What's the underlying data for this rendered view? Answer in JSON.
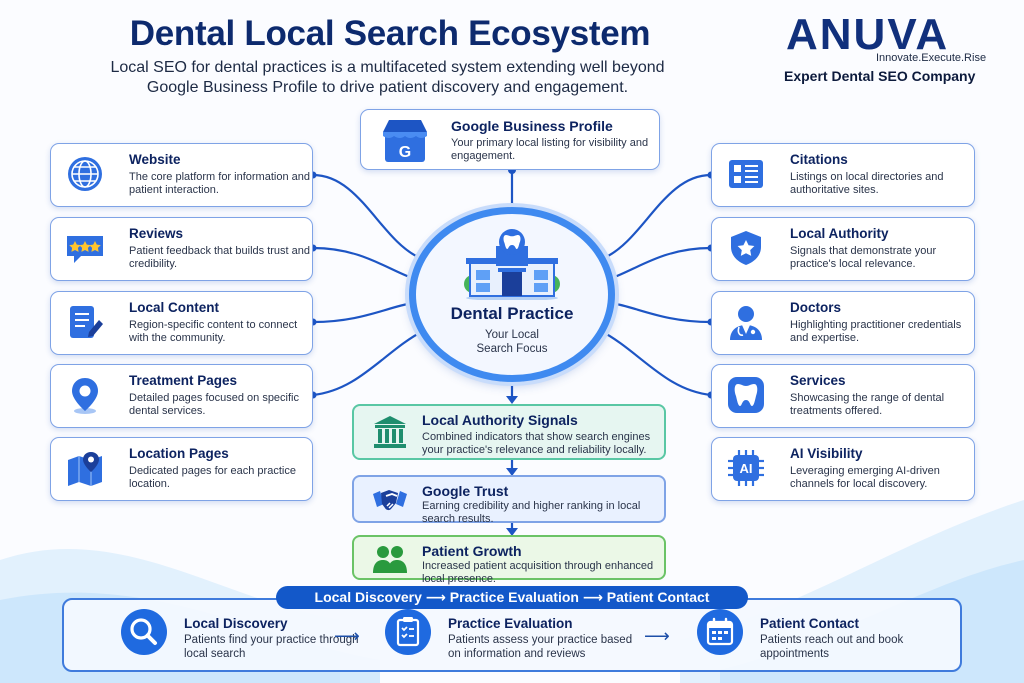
{
  "header": {
    "title": "Dental Local Search Ecosystem",
    "subtitle_line1": "Local SEO for dental practices is a multifaceted system extending well beyond",
    "subtitle_line2": "Google Business Profile to drive patient discovery and engagement."
  },
  "logo": {
    "wordmark": "ANUVA",
    "tagline": "Innovate.Execute.Rise",
    "company": "Expert Dental SEO Company"
  },
  "center": {
    "title": "Dental Practice",
    "sub_line1": "Your Local",
    "sub_line2": "Search Focus"
  },
  "top_card": {
    "title": "Google Business Profile",
    "desc": "Your primary local listing for visibility and engagement.",
    "icon": "google-business-icon"
  },
  "left_cards": [
    {
      "title": "Website",
      "desc": "The core platform for information and patient interaction.",
      "icon": "globe-icon"
    },
    {
      "title": "Reviews",
      "desc": "Patient feedback that builds trust and credibility.",
      "icon": "star-rating-icon"
    },
    {
      "title": "Local Content",
      "desc": "Region-specific content to connect with the community.",
      "icon": "document-edit-icon"
    },
    {
      "title": "Treatment Pages",
      "desc": "Detailed pages focused on specific dental services.",
      "icon": "location-pin-icon"
    },
    {
      "title": "Location Pages",
      "desc": "Dedicated pages for each practice location.",
      "icon": "map-icon"
    }
  ],
  "right_cards": [
    {
      "title": "Citations",
      "desc": "Listings on local directories and authoritative sites.",
      "icon": "directory-list-icon"
    },
    {
      "title": "Local Authority",
      "desc": "Signals that demonstrate your practice's local relevance.",
      "icon": "shield-star-icon"
    },
    {
      "title": "Doctors",
      "desc": "Highlighting practitioner credentials and expertise.",
      "icon": "doctor-icon"
    },
    {
      "title": "Services",
      "desc": "Showcasing the range of dental treatments offered.",
      "icon": "tooth-icon"
    },
    {
      "title": "AI Visibility",
      "desc": "Leveraging emerging AI-driven channels for local discovery.",
      "icon": "ai-chip-icon"
    }
  ],
  "flow": [
    {
      "title": "Local Authority Signals",
      "desc": "Combined indicators that show search engines your practice's relevance and reliability locally.",
      "icon": "institution-icon"
    },
    {
      "title": "Google Trust",
      "desc": "Earning credibility and higher ranking in local search results.",
      "icon": "handshake-icon"
    },
    {
      "title": "Patient Growth",
      "desc": "Increased patient acquisition through enhanced local presence.",
      "icon": "people-icon"
    }
  ],
  "journey": {
    "banner": "Local Discovery ⟶ Practice Evaluation ⟶ Patient Contact",
    "steps": [
      {
        "title": "Local Discovery",
        "desc": "Patients find your practice through local search",
        "icon": "magnifier-icon"
      },
      {
        "title": "Practice Evaluation",
        "desc": "Patients assess your practice based on information and reviews",
        "icon": "clipboard-check-icon"
      },
      {
        "title": "Patient Contact",
        "desc": "Patients reach out and book appointments",
        "icon": "calendar-icon"
      }
    ]
  },
  "colors": {
    "navy": "#0d2a6e",
    "accent_blue": "#3f8af0",
    "card_border": "#7fa3e6",
    "teal": "#59c7a4",
    "green": "#6bc366",
    "banner_blue": "#1358c9"
  }
}
